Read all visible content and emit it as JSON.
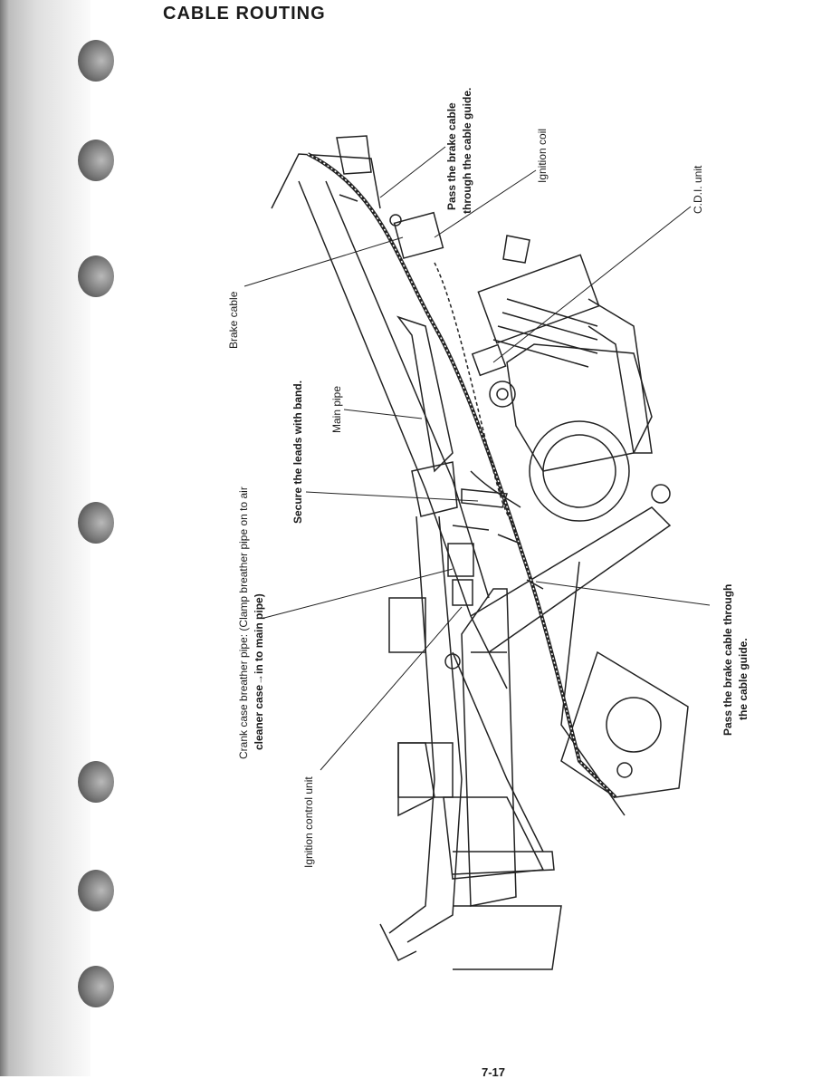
{
  "title": "CABLE ROUTING",
  "page_number": "7-17",
  "labels": {
    "pass_brake_cable_top_1": "Pass the brake cable",
    "pass_brake_cable_top_2": "through the cable guide.",
    "ignition_coil": "Ignition coil",
    "cdi_unit": "C.D.I. unit",
    "brake_cable": "Brake cable",
    "secure_leads": "Secure the leads with band.",
    "main_pipe": "Main pipe",
    "breather_1": "Crank case breather pipe: (Clamp breather pipe on to air",
    "breather_2": "cleaner case→in to main pipe)",
    "ignition_control_unit": "Ignition control unit",
    "pass_brake_cable_bottom_1": "Pass the brake cable through",
    "pass_brake_cable_bottom_2": "the cable guide."
  }
}
